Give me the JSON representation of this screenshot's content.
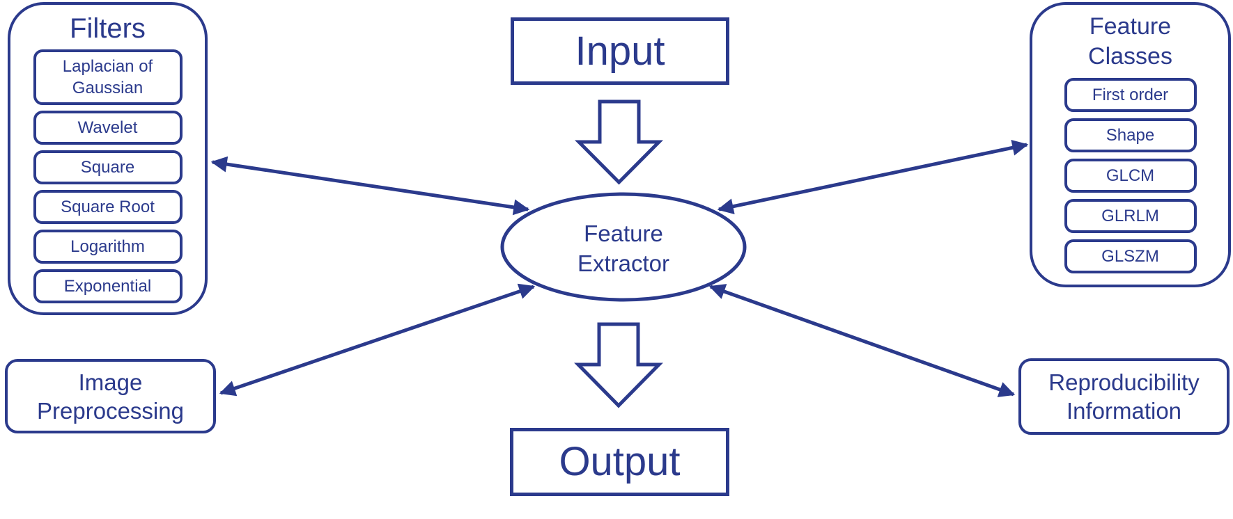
{
  "colors": {
    "accent": "#2b3a8c",
    "background": "#ffffff"
  },
  "nodes": {
    "input": {
      "label": "Input"
    },
    "output": {
      "label": "Output"
    },
    "feature_extractor": {
      "label": "Feature Extractor"
    },
    "filters": {
      "title": "Filters",
      "items": [
        "Laplacian of Gaussian",
        "Wavelet",
        "Square",
        "Square Root",
        "Logarithm",
        "Exponential"
      ]
    },
    "feature_classes": {
      "title": "Feature Classes",
      "items": [
        "First order",
        "Shape",
        "GLCM",
        "GLRLM",
        "GLSZM"
      ]
    },
    "image_preprocessing": {
      "label": "Image Preprocessing"
    },
    "reproducibility_information": {
      "label": "Reproducibility Information"
    }
  },
  "connectors": [
    {
      "from": "filters",
      "to": "feature_extractor",
      "bidirectional": true
    },
    {
      "from": "feature_classes",
      "to": "feature_extractor",
      "bidirectional": true
    },
    {
      "from": "image_preprocessing",
      "to": "feature_extractor",
      "bidirectional": true
    },
    {
      "from": "reproducibility_information",
      "to": "feature_extractor",
      "bidirectional": true
    },
    {
      "from": "input",
      "to": "feature_extractor",
      "style": "block-arrow-down"
    },
    {
      "from": "feature_extractor",
      "to": "output",
      "style": "block-arrow-down"
    }
  ]
}
